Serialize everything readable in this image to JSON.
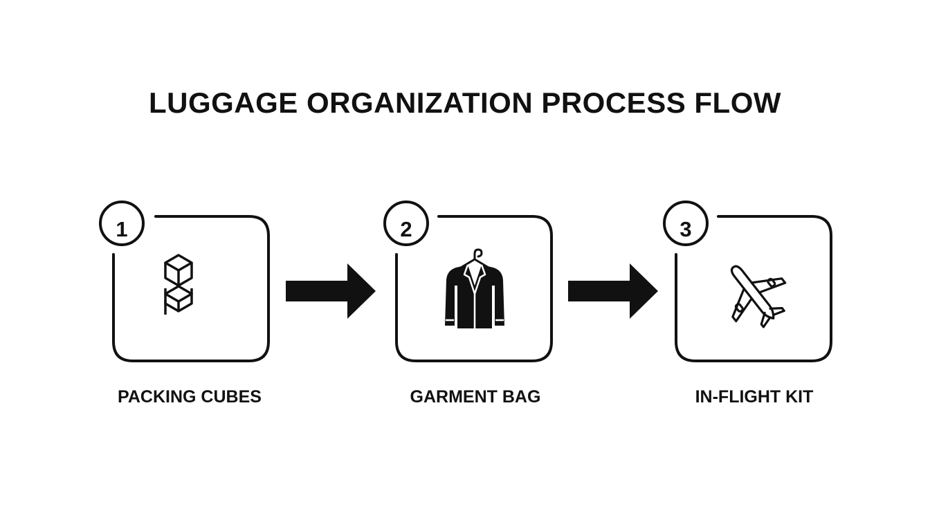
{
  "title": "LUGGAGE ORGANIZATION PROCESS FLOW",
  "steps": [
    {
      "number": "1",
      "label": "PACKING CUBES",
      "icon": "packing-cubes-icon"
    },
    {
      "number": "2",
      "label": "GARMENT BAG",
      "icon": "jacket-on-hanger-icon"
    },
    {
      "number": "3",
      "label": "IN-FLIGHT KIT",
      "icon": "airplane-icon"
    }
  ],
  "colors": {
    "background": "#ffffff",
    "ink": "#111111"
  }
}
